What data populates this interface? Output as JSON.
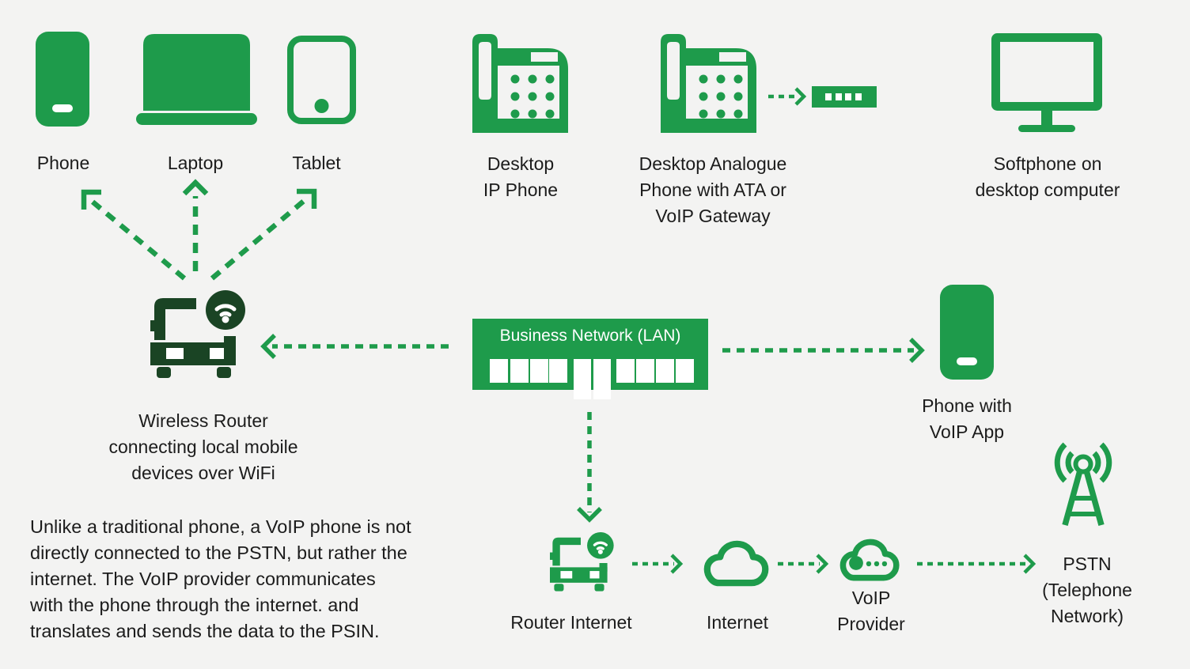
{
  "colors": {
    "green": "#1E9B4B",
    "dark_green": "#1A4424",
    "text": "#1C1C1C",
    "background": "#F3F3F2",
    "white": "#FFFFFF"
  },
  "nodes": {
    "phone": {
      "icon": "smartphone-icon",
      "label": "Phone"
    },
    "laptop": {
      "icon": "laptop-icon",
      "label": "Laptop"
    },
    "tablet": {
      "icon": "tablet-icon",
      "label": "Tablet"
    },
    "desktop_ip_phone": {
      "icon": "desk-phone-icon",
      "lines": [
        "Desktop",
        "IP Phone"
      ]
    },
    "analogue_phone": {
      "icon": "desk-phone-icon",
      "lines": [
        "Desktop Analogue",
        "Phone with ATA or",
        "VoIP Gateway"
      ]
    },
    "ata_box": {
      "icon": "ata-adapter-icon"
    },
    "softphone": {
      "icon": "desktop-monitor-icon",
      "lines": [
        "Softphone on",
        "desktop computer"
      ]
    },
    "wireless_router": {
      "icon": "wifi-router-icon",
      "lines": [
        "Wireless Router",
        "connecting local mobile",
        "devices over WiFi"
      ]
    },
    "lan": {
      "label": "Business Network (LAN)"
    },
    "voip_phone": {
      "icon": "smartphone-icon",
      "lines": [
        "Phone with",
        "VoIP App"
      ]
    },
    "router_internet": {
      "icon": "wifi-router-icon",
      "label": "Router Internet"
    },
    "internet": {
      "icon": "cloud-icon",
      "label": "Internet"
    },
    "voip_provider": {
      "icon": "cloud-dots-icon",
      "lines": [
        "VoIP",
        "Provider"
      ]
    },
    "pstn": {
      "icon": "radio-tower-icon",
      "lines": [
        "PSTN",
        "(Telephone",
        "Network)"
      ]
    }
  },
  "description": {
    "lines": [
      "Unlike a traditional phone, a VoIP phone is not",
      "directly connected to the PSTN, but rather the",
      "internet. The VoIP provider communicates",
      "with the phone through the internet. and",
      "translates and sends the data to the PSIN."
    ]
  }
}
